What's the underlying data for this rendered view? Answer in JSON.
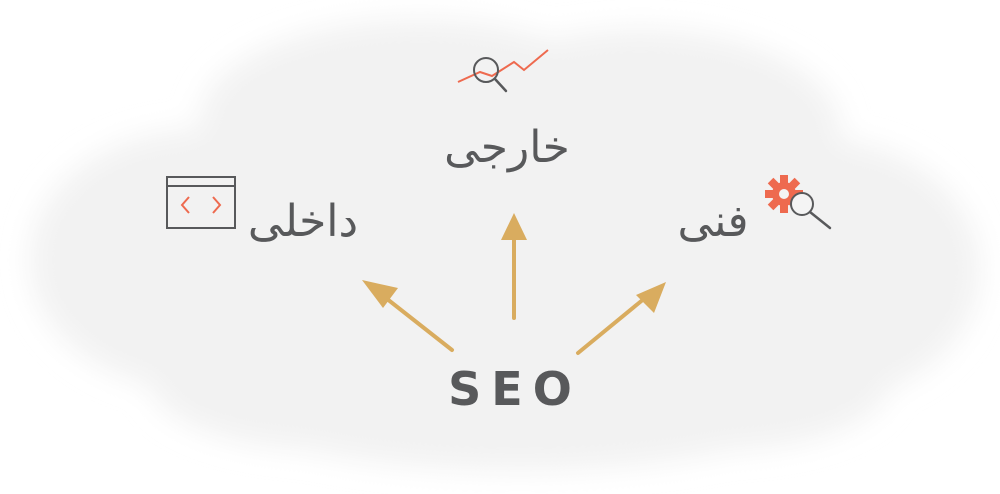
{
  "center": {
    "label": "SEO"
  },
  "branches": {
    "external": {
      "label": "خارجی",
      "icon": "search-trend-icon"
    },
    "internal": {
      "label": "داخلی",
      "icon": "code-window-icon"
    },
    "technical": {
      "label": "فنی",
      "icon": "gear-search-icon"
    }
  },
  "colors": {
    "arrow": "#d9ac5f",
    "text": "#58595b",
    "accent": "#ee6a4f",
    "icon_gray": "#58595b",
    "cloud": "#f4f4f4"
  }
}
